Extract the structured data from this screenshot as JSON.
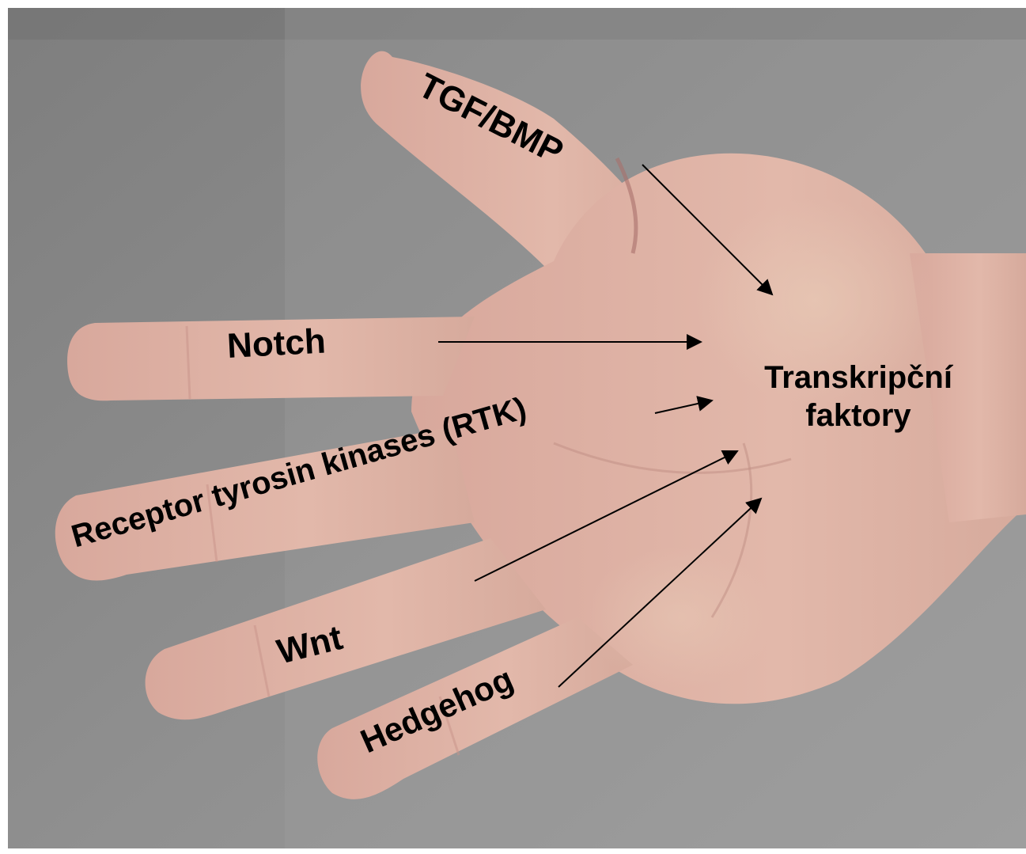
{
  "labels": {
    "tgf": "TGF/BMP",
    "notch": "Notch",
    "rtk": "Receptor tyrosin kinases (RTK)",
    "wnt": "Wnt",
    "hedgehog": "Hedgehog",
    "target_line1": "Transkripční",
    "target_line2": "faktory"
  },
  "colors": {
    "background": "#8a8a8a",
    "skin": "#ddb0a4",
    "arrow": "#000000"
  }
}
